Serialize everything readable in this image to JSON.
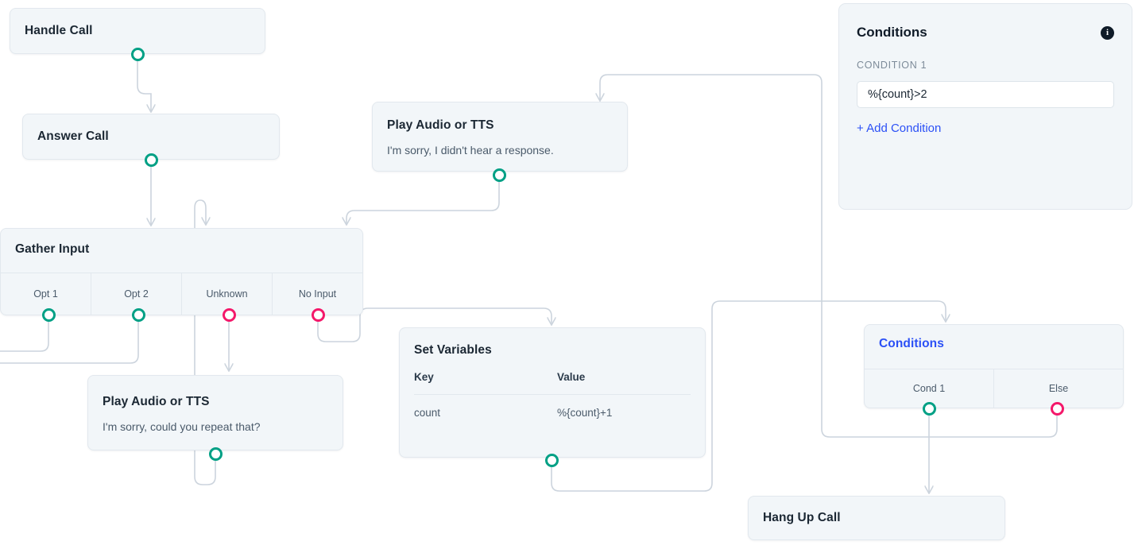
{
  "canvas": {
    "accent_teal": "#00a085",
    "accent_pink": "#f4186a",
    "node_bg": "#f2f6f9",
    "node_border": "#e2e8ee",
    "edge_color": "#ccd4dd",
    "link_blue": "#2b50f6"
  },
  "nodes": {
    "handle_call": {
      "title": "Handle Call"
    },
    "answer_call": {
      "title": "Answer Call"
    },
    "gather_input": {
      "title": "Gather Input",
      "ports": [
        {
          "label": "Opt 1",
          "color": "teal"
        },
        {
          "label": "Opt 2",
          "color": "teal"
        },
        {
          "label": "Unknown",
          "color": "pink"
        },
        {
          "label": "No Input",
          "color": "pink"
        }
      ]
    },
    "tts_no_response": {
      "title": "Play Audio or TTS",
      "text": "I'm sorry, I didn't hear a response."
    },
    "tts_repeat": {
      "title": "Play Audio or TTS",
      "text": "I'm sorry, could you repeat that?"
    },
    "set_variables": {
      "title": "Set Variables",
      "columns": [
        "Key",
        "Value"
      ],
      "rows": [
        {
          "key": "count",
          "value": "%{count}+1"
        }
      ]
    },
    "conditions_node": {
      "title": "Conditions",
      "ports": [
        {
          "label": "Cond 1",
          "color": "teal"
        },
        {
          "label": "Else",
          "color": "pink"
        }
      ]
    },
    "hang_up_call": {
      "title": "Hang Up Call"
    }
  },
  "conditions_panel": {
    "title": "Conditions",
    "info_glyph": "i",
    "condition_label": "CONDITION 1",
    "condition_value": "%{count}>2",
    "add_condition_label": "+ Add Condition"
  }
}
